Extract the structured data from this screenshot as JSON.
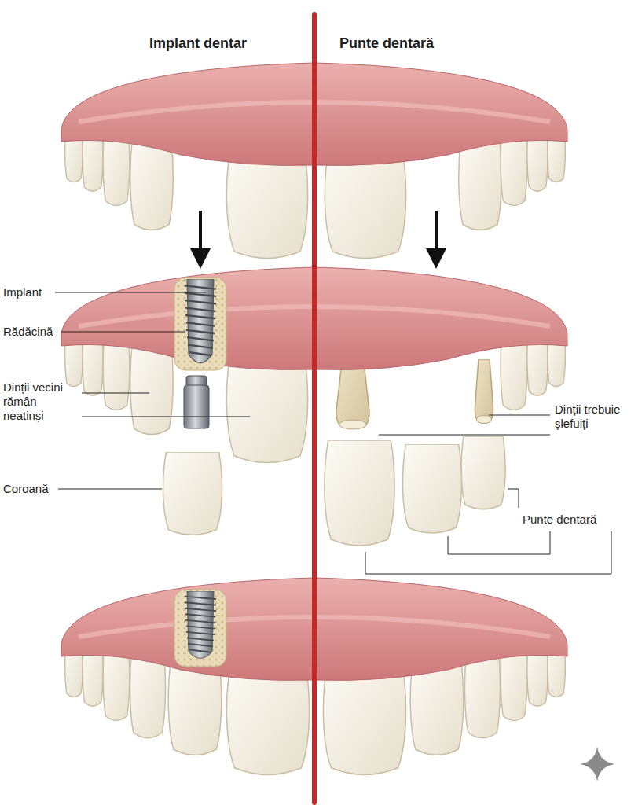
{
  "diagram": {
    "labels": [
      "Implant dentar",
      "Punte dentară",
      "Implant",
      "Rădăcină",
      "Dinții vecini rămân neatinși",
      "Coroană",
      "Dinții trebuie șlefuiți",
      "Punte dentară"
    ]
  }
}
